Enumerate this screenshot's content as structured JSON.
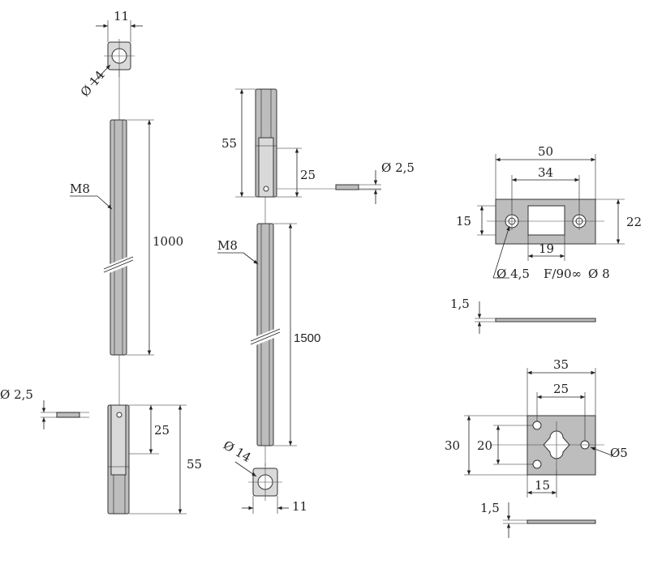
{
  "labels": {
    "top_left_width": "11",
    "top_left_diameter": "Ø 14",
    "left_rod_thread": "M8",
    "left_rod_length": "1000",
    "left_pin_diameter": "Ø 2,5",
    "left_pin_slot": "25",
    "left_end_length": "55",
    "mid_top_length": "55",
    "mid_top_slot": "25",
    "mid_pin_diameter": "Ø 2,5",
    "mid_rod_thread": "M8",
    "mid_rod_length": "1500",
    "mid_bottom_diameter": "Ø 14",
    "mid_bottom_width": "11",
    "plate1_width": "50",
    "plate1_inner": "34",
    "plate1_height_left": "15",
    "plate1_height_right": "22",
    "plate1_slot": "19",
    "plate1_hole": "Ø 4,5",
    "plate1_note": "F/90∞",
    "plate1_hole2": "Ø 8",
    "plate1_thickness": "1,5",
    "plate2_width": "35",
    "plate2_inner": "25",
    "plate2_height_outer": "30",
    "plate2_height_inner": "20",
    "plate2_hole": "Ø5",
    "plate2_offset": "15",
    "plate2_thickness": "1,5"
  },
  "colors": {
    "line": "#222222",
    "part_fill": "#bdbdbd",
    "background": "#ffffff"
  }
}
